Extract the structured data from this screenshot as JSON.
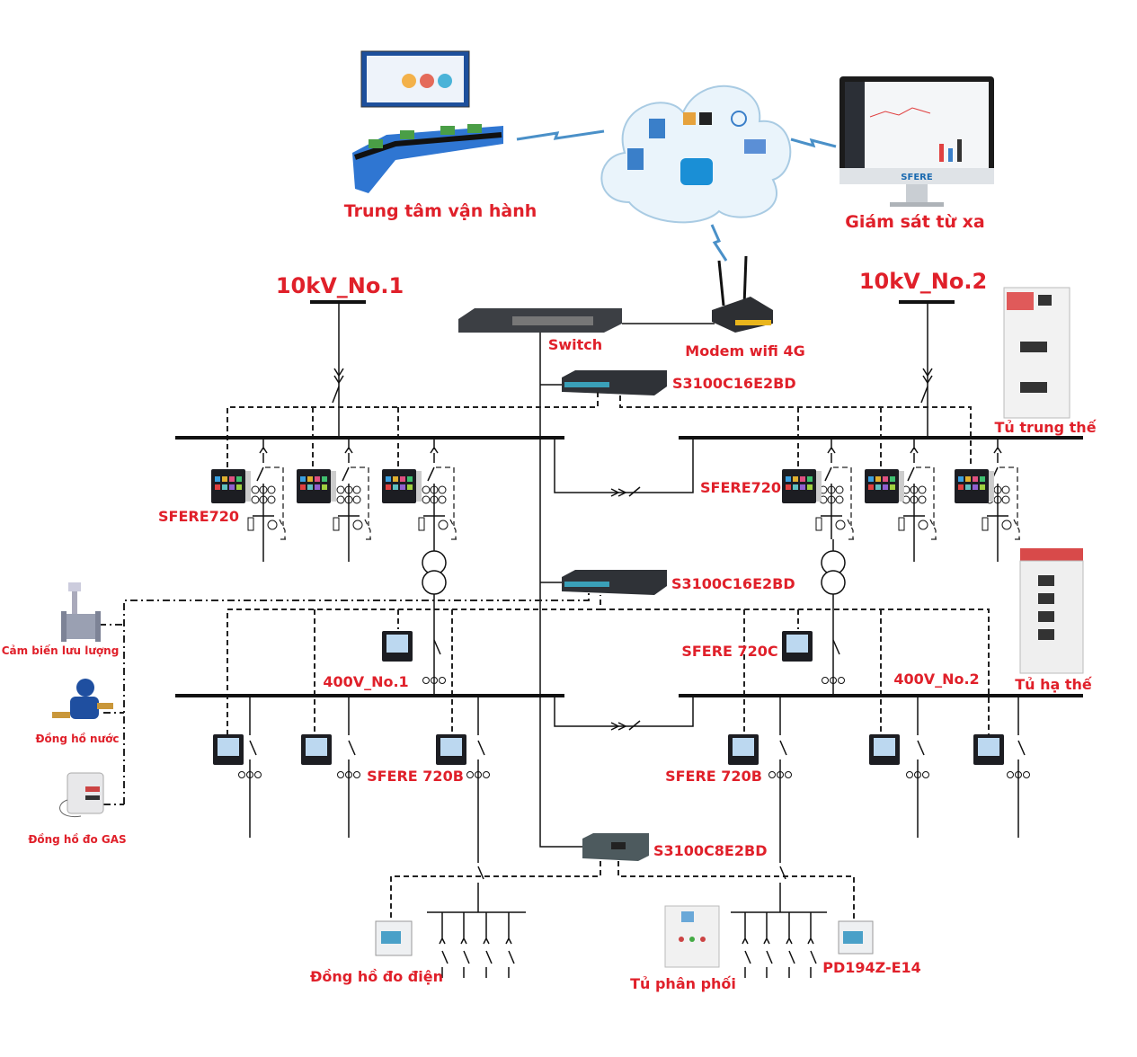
{
  "labels": {
    "operations_center": "Trung tâm vận hành",
    "remote_monitoring": "Giám sát từ xa",
    "source_1": "10kV_No.1",
    "source_2": "10kV_No.2",
    "switch": "Switch",
    "modem": "Modem wifi 4G",
    "gateway_top": "S3100C16E2BD",
    "gateway_mid": "S3100C16E2BD",
    "gateway_bottom": "S3100C8E2BD",
    "mv_cabinet": "Tủ trung thế",
    "lv_cabinet": "Tủ hạ thế",
    "meter_720_left": "SFERE720",
    "meter_720_right": "SFERE720",
    "bus_400v_1": "400V_No.1",
    "bus_400v_2": "400V_No.2",
    "meter_720c": "SFERE 720C",
    "meter_720b_left": "SFERE 720B",
    "meter_720b_right": "SFERE 720B",
    "flow_sensor": "Cảm biến lưu lượng",
    "water_meter": "Đồng hồ nước",
    "gas_meter": "Đồng hồ đo GAS",
    "energy_meter": "Đồng hồ đo điện",
    "distribution_cabinet": "Tủ phân phối",
    "pd194z": "PD194Z-E14",
    "monitor_brand": "SFERE"
  },
  "colors": {
    "label": "#e0202a",
    "line": "#111111",
    "device_dark": "#2a2d33",
    "screen": "#bcd8f0"
  }
}
